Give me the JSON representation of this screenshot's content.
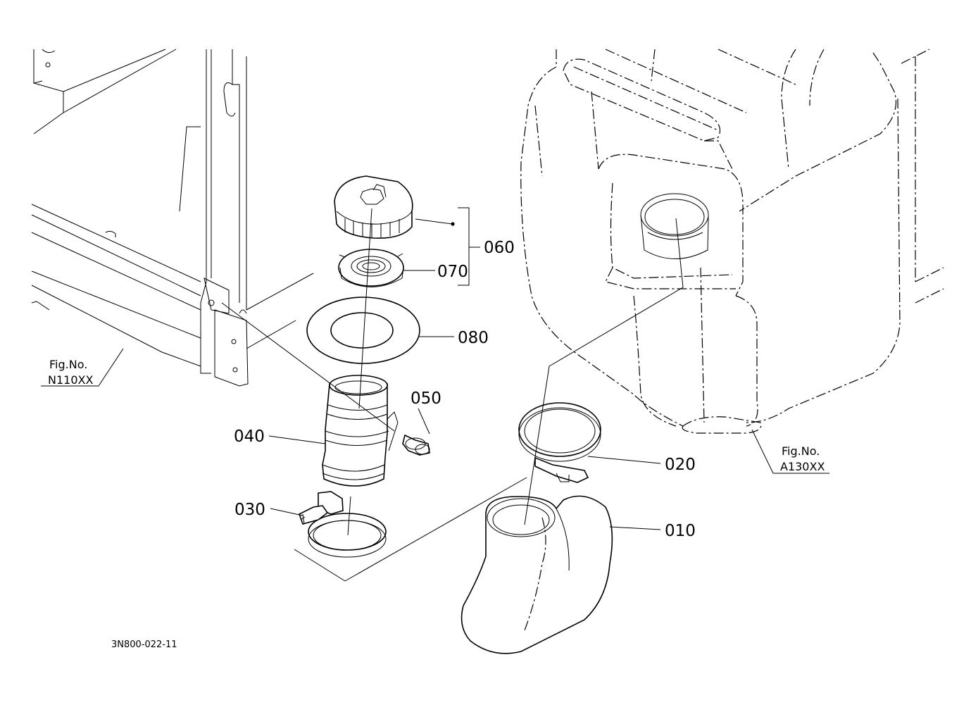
{
  "diagram": {
    "drawing_code": "3N800-022-11",
    "fig_refs": [
      {
        "line1": "Fig.No.",
        "line2": "N110XX"
      },
      {
        "line1": "Fig.No.",
        "line2": "A130XX"
      }
    ],
    "callouts": [
      "060",
      "070",
      "080",
      "050",
      "040",
      "030",
      "020",
      "010"
    ]
  }
}
